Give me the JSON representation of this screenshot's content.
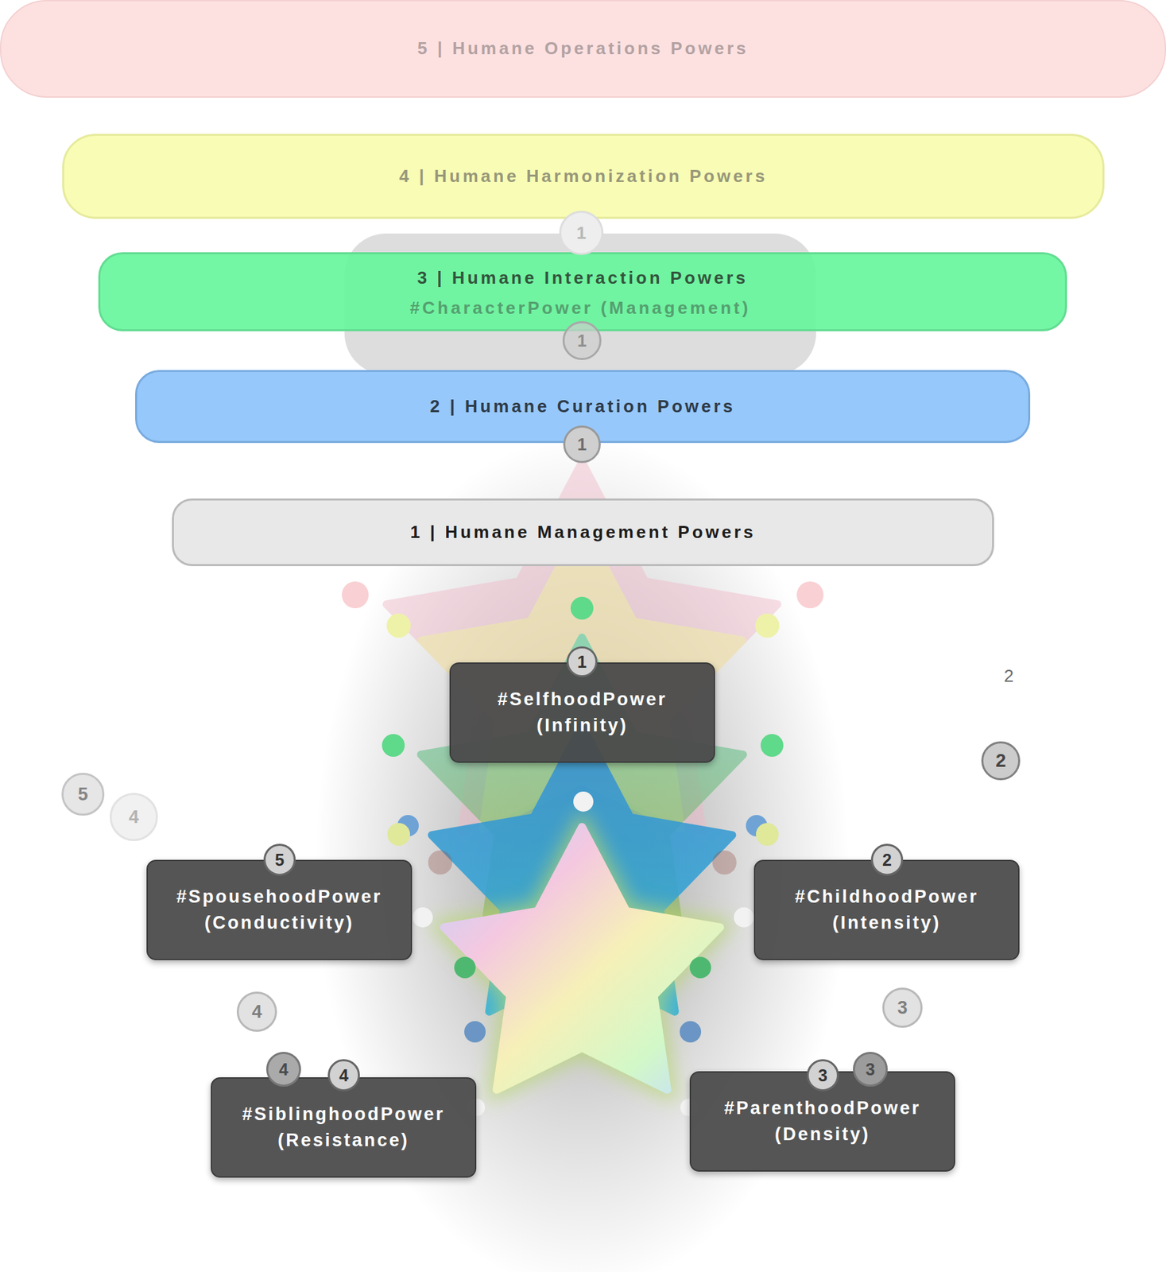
{
  "diagram": {
    "nodes": [
      {
        "text": [
          "5 | Humane Operations Powers"
        ]
      },
      {
        "text": [
          "4 | Humane Harmonization Powers"
        ]
      },
      {
        "text": [
          "#CharacterPower (Management)"
        ]
      },
      {
        "text": [
          "3 | Humane Interaction Powers"
        ]
      },
      {
        "text": [
          "2 | Humane Curation Powers"
        ]
      },
      {
        "text": [
          "1 | Humane Management Powers"
        ]
      },
      {
        "text": [
          "#SelfhoodPower (Infinity)"
        ]
      },
      {
        "text": [
          "#SpousehoodPower (Conductivity)"
        ]
      },
      {
        "text": [
          "#ChildhoodPower (Intensity)"
        ]
      },
      {
        "text": [
          "#SiblinghoodPower (Resistance)"
        ]
      },
      {
        "text": [
          "#ParenthoodPower (Density)"
        ]
      }
    ],
    "labels": [
      "1",
      "1",
      "1",
      "1",
      "2",
      "3",
      "3",
      "4",
      "4",
      "5",
      "2",
      "2",
      "3",
      "4",
      "5",
      "4"
    ]
  }
}
